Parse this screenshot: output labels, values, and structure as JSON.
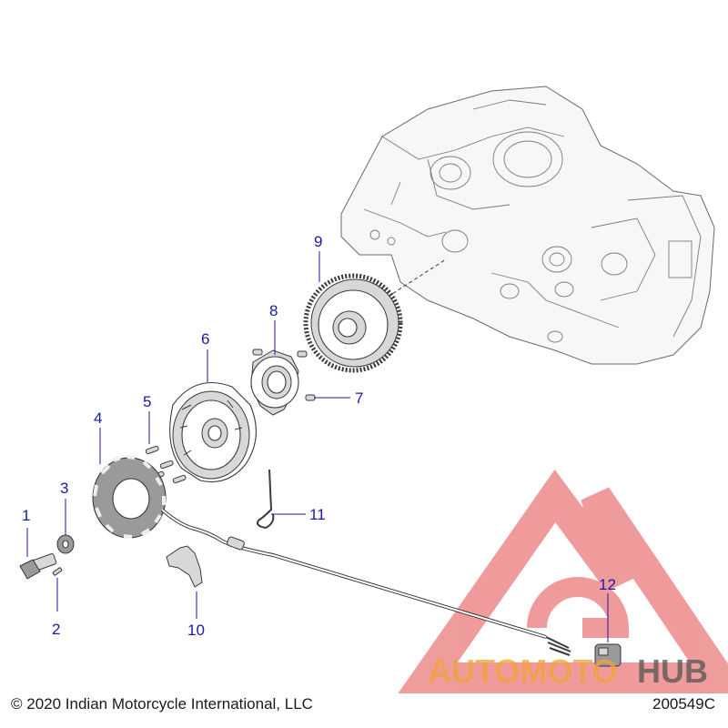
{
  "callouts": [
    {
      "num": "1"
    },
    {
      "num": "2"
    },
    {
      "num": "3"
    },
    {
      "num": "4"
    },
    {
      "num": "5"
    },
    {
      "num": "6"
    },
    {
      "num": "7"
    },
    {
      "num": "8"
    },
    {
      "num": "9"
    },
    {
      "num": "10"
    },
    {
      "num": "11"
    },
    {
      "num": "12"
    }
  ],
  "watermark": {
    "word_part1": "AUTOMOTO",
    "word_part2": "HUB",
    "color_primary": "#f2a23a",
    "color_secondary": "#555555",
    "logo_color": "#e24a4a"
  },
  "footer": {
    "copyright": "© 2020 Indian Motorcycle International, LLC",
    "figure_id": "200549C"
  },
  "colors": {
    "callout": "#1a1aa6",
    "line": "#3a3a3a"
  }
}
